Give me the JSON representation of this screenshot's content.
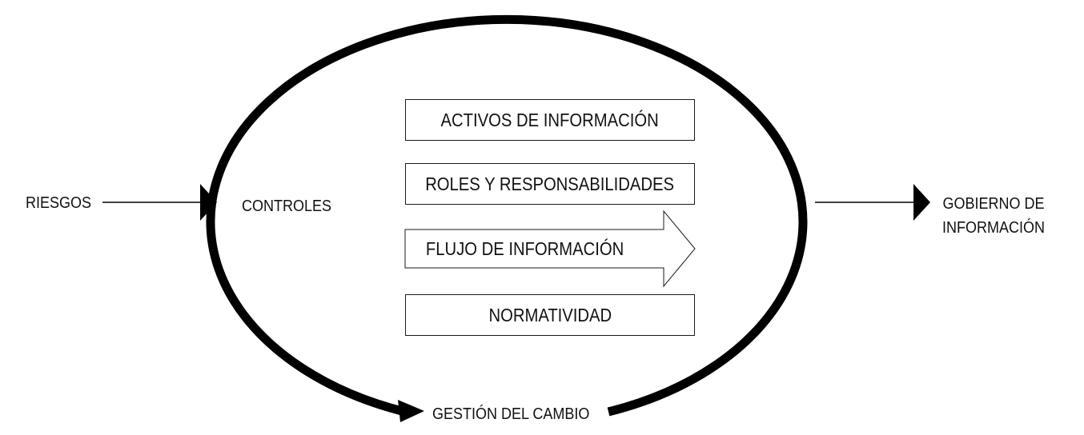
{
  "labels": {
    "riesgos": "RIESGOS",
    "controles": "CONTROLES",
    "gobierno_line1": "GOBIERNO  DE",
    "gobierno_line2": "INFORMACIÓN",
    "gestion": "GESTIÓN DEL CAMBIO"
  },
  "boxes": [
    "ACTIVOS DE INFORMACIÓN",
    "ROLES Y RESPONSABILIDADES",
    "FLUJO DE INFORMACIÓN",
    "NORMATIVIDAD"
  ],
  "colors": {
    "stroke": "#000000",
    "text": "#111111",
    "background": "#ffffff"
  }
}
